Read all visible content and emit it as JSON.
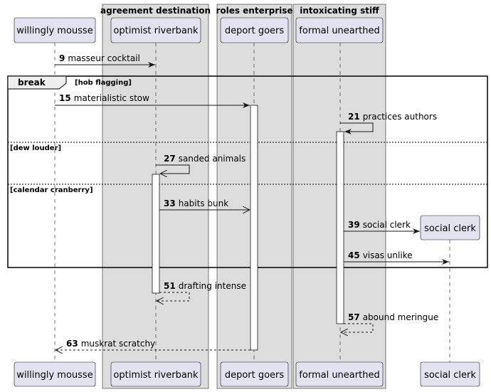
{
  "colors": {
    "participant_fill": "#e2e2f0",
    "participant_border": "#181818",
    "box_fill": "#dddddd",
    "box_border": "#000000",
    "lifeline": "#181818",
    "activation_fill": "#ffffff"
  },
  "boxes": [
    {
      "title": "agreement destination"
    },
    {
      "title": "roles enterprise"
    },
    {
      "title": "intoxicating stiff"
    }
  ],
  "participants": [
    {
      "name": "willingly mousse"
    },
    {
      "name": "optimist riverbank"
    },
    {
      "name": "deport goers"
    },
    {
      "name": "formal unearthed"
    },
    {
      "name": "social clerk"
    }
  ],
  "group": {
    "type": "break",
    "condition": "[hob flagging]",
    "else_labels": [
      "[dew louder]",
      "[calendar cranberry]"
    ]
  },
  "messages": [
    {
      "num": "9",
      "text": "masseur cocktail"
    },
    {
      "num": "15",
      "text": "materialistic stow"
    },
    {
      "num": "21",
      "text": "practices authors"
    },
    {
      "num": "27",
      "text": "sanded animals"
    },
    {
      "num": "33",
      "text": "habits bunk"
    },
    {
      "num": "39",
      "text": "social clerk"
    },
    {
      "num": "45",
      "text": "visas unlike"
    },
    {
      "num": "51",
      "text": "drafting intense"
    },
    {
      "num": "57",
      "text": "abound meringue"
    },
    {
      "num": "63",
      "text": "muskrat scratchy"
    }
  ]
}
